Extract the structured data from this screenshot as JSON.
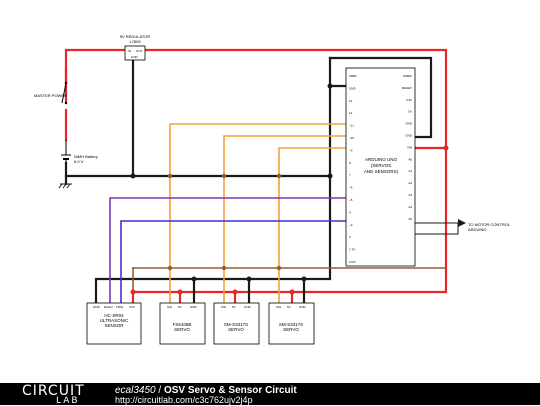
{
  "schematic": {
    "regulator": {
      "name": "5V REGULATOR",
      "part": "L7805",
      "pins": {
        "in": "IN",
        "out": "OUT",
        "gnd": "GND"
      }
    },
    "switch_label": "MASTER POWER",
    "battery": {
      "line1": "NiMH Battery",
      "line2": "6.0 V"
    },
    "arduino": {
      "line1": "ARDUINO UNO",
      "line2": "(SERVOS",
      "line3": "AND SENSORS)",
      "left_pins": [
        "AREF",
        "GND",
        "13",
        "12",
        "~11",
        "~10",
        "~9",
        "8",
        "7",
        "~6",
        "~5",
        "4",
        "~3",
        "2",
        "1 TX",
        "0 RX"
      ],
      "right_pins": [
        "IOREF",
        "RESET",
        "3.3V",
        "5V",
        "GND",
        "GND",
        "VIN",
        "A0",
        "A1",
        "A2",
        "A3",
        "A4",
        "A5"
      ]
    },
    "motor_control_label": {
      "line1": "TO MOTOR CONTROL",
      "line2": "ARDUINO"
    },
    "sensor": {
      "pins": [
        "GND",
        "ECHO",
        "TRIG",
        "VCC"
      ],
      "line1": "HC-SR04",
      "line2": "ULTRASONIC",
      "line3": "SENSOR"
    },
    "servos": [
      {
        "line1": "FS5106B",
        "line2": "SERVO",
        "pins": [
          "SIG",
          "5V",
          "GND"
        ]
      },
      {
        "line1": "SM-S3317S",
        "line2": "SERVO",
        "pins": [
          "SIG",
          "5V",
          "GND"
        ]
      },
      {
        "line1": "SM-S3317S",
        "line2": "SERVO",
        "pins": [
          "SIG",
          "5V",
          "GND"
        ]
      }
    ]
  },
  "footer": {
    "logo_top": "CIRCUIT",
    "logo_bottom": "LAB",
    "author": "ecal3450",
    "separator": " / ",
    "title": "OSV Servo & Sensor Circuit",
    "url": "http://circuitlab.com/c3c762ujv2j4p"
  },
  "colors": {
    "power": "#e8262a",
    "ground": "#1a1a1a",
    "signal_orange": "#f4a23a",
    "signal_blue": "#3a33d6",
    "signal_purple": "#7a3ab0",
    "signal_brown": "#9a5a30",
    "footer_bg": "#000000"
  }
}
